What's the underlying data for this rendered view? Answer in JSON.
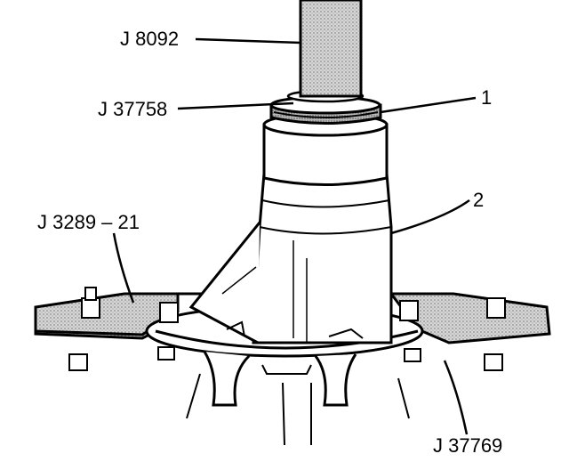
{
  "labels": {
    "j8092": "J 8092",
    "j37758": "J 37758",
    "part1": "1",
    "part2": "2",
    "j3289_21": "J 3289 – 21",
    "j37769": "J 37769"
  },
  "colors": {
    "line": "#000000",
    "paper": "#ffffff",
    "shade": "#c4c4c4",
    "dark_shade": "#8a8a8a"
  }
}
